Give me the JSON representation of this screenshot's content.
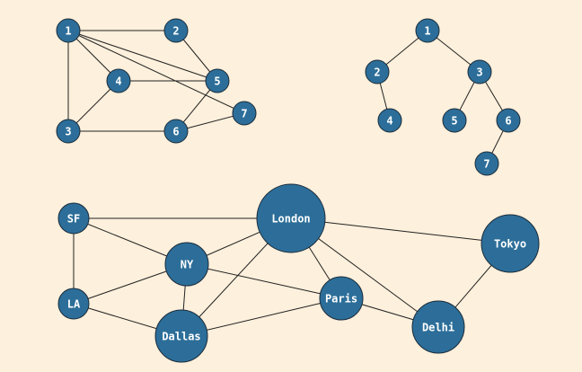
{
  "background": "#fdf0dc",
  "node_color": "#2c6e99",
  "graphs": [
    {
      "id": "undirected-graph",
      "nodes": [
        {
          "id": "1",
          "label": "1"
        },
        {
          "id": "2",
          "label": "2"
        },
        {
          "id": "3",
          "label": "3"
        },
        {
          "id": "4",
          "label": "4"
        },
        {
          "id": "5",
          "label": "5"
        },
        {
          "id": "6",
          "label": "6"
        },
        {
          "id": "7",
          "label": "7"
        }
      ],
      "edges": [
        [
          "1",
          "2"
        ],
        [
          "1",
          "4"
        ],
        [
          "1",
          "3"
        ],
        [
          "1",
          "5"
        ],
        [
          "1",
          "7"
        ],
        [
          "2",
          "5"
        ],
        [
          "4",
          "5"
        ],
        [
          "4",
          "3"
        ],
        [
          "3",
          "6"
        ],
        [
          "6",
          "5"
        ],
        [
          "6",
          "7"
        ]
      ]
    },
    {
      "id": "binary-tree",
      "nodes": [
        {
          "id": "1",
          "label": "1"
        },
        {
          "id": "2",
          "label": "2"
        },
        {
          "id": "3",
          "label": "3"
        },
        {
          "id": "4",
          "label": "4"
        },
        {
          "id": "5",
          "label": "5"
        },
        {
          "id": "6",
          "label": "6"
        },
        {
          "id": "7",
          "label": "7"
        }
      ],
      "edges": [
        [
          "1",
          "2"
        ],
        [
          "1",
          "3"
        ],
        [
          "2",
          "4"
        ],
        [
          "3",
          "5"
        ],
        [
          "3",
          "6"
        ],
        [
          "6",
          "7"
        ]
      ]
    },
    {
      "id": "city-network",
      "nodes": [
        {
          "id": "SF",
          "label": "SF"
        },
        {
          "id": "LA",
          "label": "LA"
        },
        {
          "id": "NY",
          "label": "NY"
        },
        {
          "id": "Dallas",
          "label": "Dallas"
        },
        {
          "id": "London",
          "label": "London"
        },
        {
          "id": "Paris",
          "label": "Paris"
        },
        {
          "id": "Delhi",
          "label": "Delhi"
        },
        {
          "id": "Tokyo",
          "label": "Tokyo"
        }
      ],
      "edges": [
        [
          "SF",
          "London"
        ],
        [
          "SF",
          "NY"
        ],
        [
          "SF",
          "LA"
        ],
        [
          "LA",
          "NY"
        ],
        [
          "LA",
          "Dallas"
        ],
        [
          "NY",
          "London"
        ],
        [
          "NY",
          "Paris"
        ],
        [
          "NY",
          "Dallas"
        ],
        [
          "London",
          "Dallas"
        ],
        [
          "London",
          "Paris"
        ],
        [
          "London",
          "Delhi"
        ],
        [
          "London",
          "Tokyo"
        ],
        [
          "Paris",
          "Dallas"
        ],
        [
          "Paris",
          "Delhi"
        ],
        [
          "Tokyo",
          "Delhi"
        ]
      ]
    }
  ]
}
